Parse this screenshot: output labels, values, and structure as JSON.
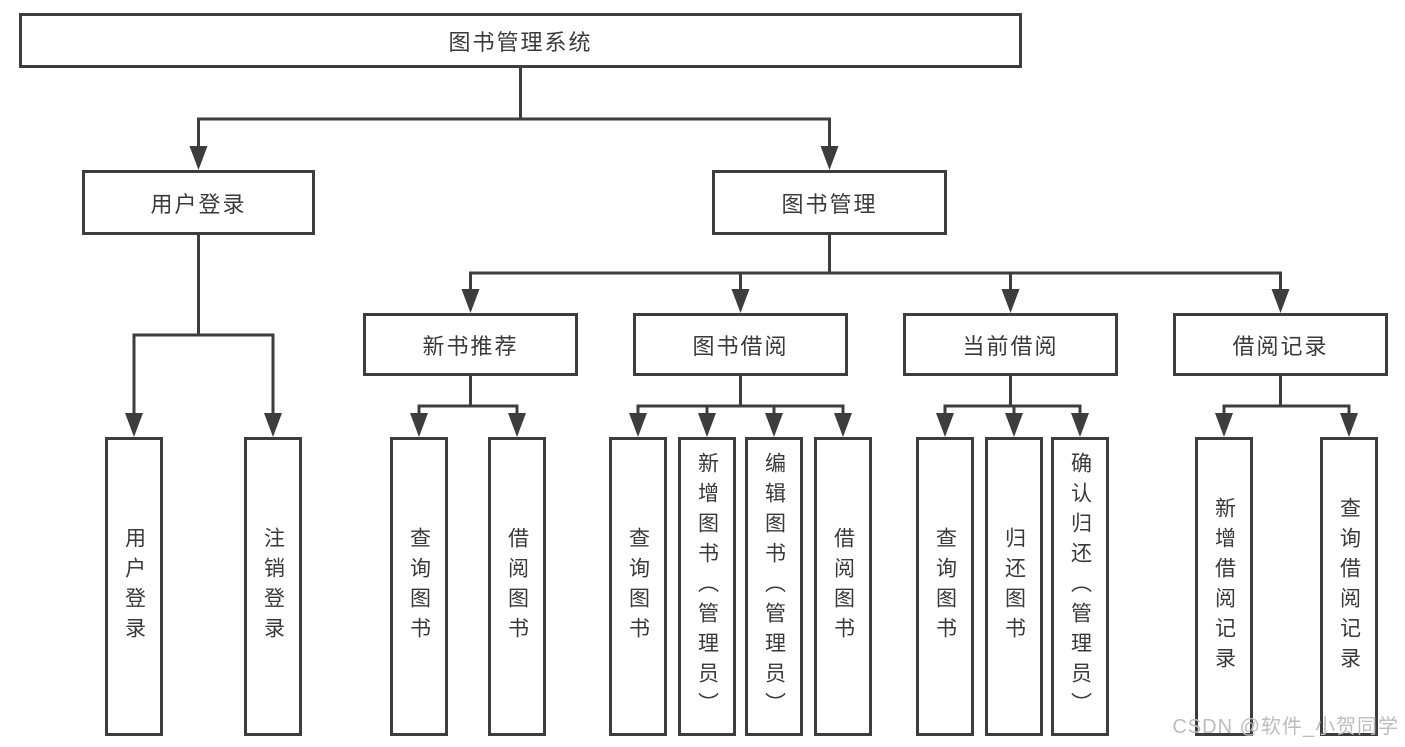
{
  "diagram": {
    "tree": {
      "label": "图书管理系统",
      "children": [
        {
          "label": "用户登录",
          "children": [
            {
              "label": "用户登录"
            },
            {
              "label": "注销登录"
            }
          ]
        },
        {
          "label": "图书管理",
          "children": [
            {
              "label": "新书推荐",
              "children": [
                {
                  "label": "查询图书"
                },
                {
                  "label": "借阅图书"
                }
              ]
            },
            {
              "label": "图书借阅",
              "children": [
                {
                  "label": "查询图书"
                },
                {
                  "label": "新增图书（管理员）"
                },
                {
                  "label": "编辑图书（管理员）"
                },
                {
                  "label": "借阅图书"
                }
              ]
            },
            {
              "label": "当前借阅",
              "children": [
                {
                  "label": "查询图书"
                },
                {
                  "label": "归还图书"
                },
                {
                  "label": "确认归还（管理员）"
                }
              ]
            },
            {
              "label": "借阅记录",
              "children": [
                {
                  "label": "新增借阅记录"
                },
                {
                  "label": "查询借阅记录"
                }
              ]
            }
          ]
        }
      ]
    },
    "colors": {
      "line": "#3d3d3d",
      "text": "#3a3a3a",
      "watermark": "#bdbdbd",
      "background": "#ffffff"
    }
  },
  "watermark": {
    "text": "CSDN @软件_小贺同学"
  }
}
